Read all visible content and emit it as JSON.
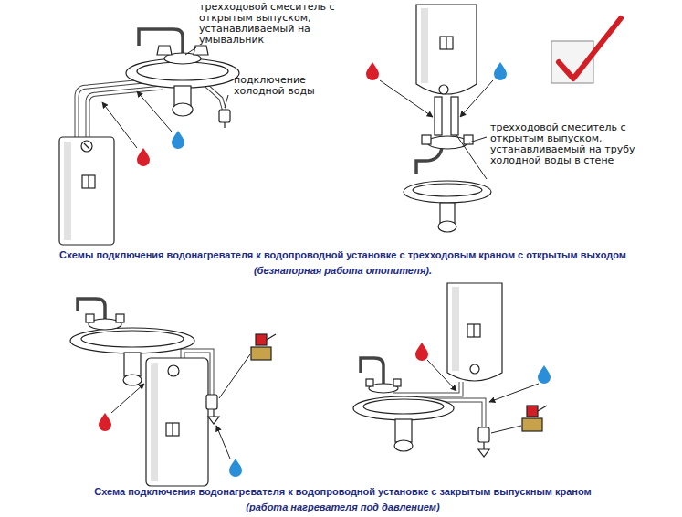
{
  "diagram": {
    "labels": [
      "трехходовой смеситель с открытым выпуском, устанавливаемый на умывальник",
      "подключение холодной воды",
      "трехходовой смеситель с открытым выпуском, устанавливаемый на трубу холодной воды в стене",
      "Схемы подключения водонагревателя к водопроводной установке с трехходовым краном с открытым выходом",
      "(безнапорная работа отопителя).",
      "Схема подключения водонагревателя к водопроводной установке с закрытым выпускным краном",
      "(работа нагревателя под давлением)"
    ]
  }
}
